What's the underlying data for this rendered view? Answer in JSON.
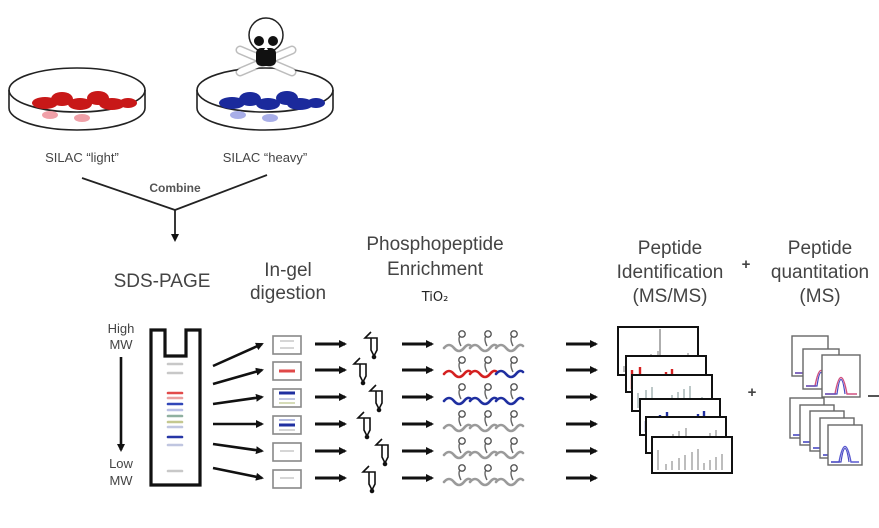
{
  "figure": {
    "culture_light_label": "SILAC “light”",
    "culture_heavy_label": "SILAC “heavy”",
    "combine_label": "Combine",
    "toxic_icon": "skull-crossbones-icon",
    "steps": {
      "sds_page": "SDS-PAGE",
      "in_gel_line1": "In-gel",
      "in_gel_line2": "digestion",
      "enrich_line1": "Phosphopeptide",
      "enrich_line2": "Enrichment",
      "enrich_reagent": "TiO₂",
      "ident_line1": "Peptide",
      "ident_line2": "Identification",
      "ident_line3": "(MS/MS)",
      "plus": "+",
      "quant_line1": "Peptide",
      "quant_line2": "quantitation",
      "quant_line3": "(MS)"
    },
    "gel_axis": {
      "top_line1": "High",
      "top_line2": "MW",
      "bottom_line1": "Low",
      "bottom_line2": "MW"
    },
    "mid_plus": "+",
    "fractions": [
      {
        "band_color": "gray",
        "peptides": [
          "gray",
          "gray",
          "gray"
        ]
      },
      {
        "band_color": "red",
        "peptides": [
          "red",
          "red",
          "blue"
        ]
      },
      {
        "band_color": "blue",
        "peptides": [
          "blue",
          "blue",
          "blue"
        ]
      },
      {
        "band_color": "blue",
        "peptides": [
          "gray",
          "gray",
          "gray"
        ]
      },
      {
        "band_color": "gray",
        "peptides": [
          "gray",
          "gray",
          "gray"
        ]
      },
      {
        "band_color": "gray",
        "peptides": [
          "gray",
          "gray",
          "gray"
        ]
      }
    ],
    "colors": {
      "light": "#d42020",
      "heavy": "#1f2fa0",
      "gray": "#9a9a9a",
      "line": "#111111"
    }
  }
}
